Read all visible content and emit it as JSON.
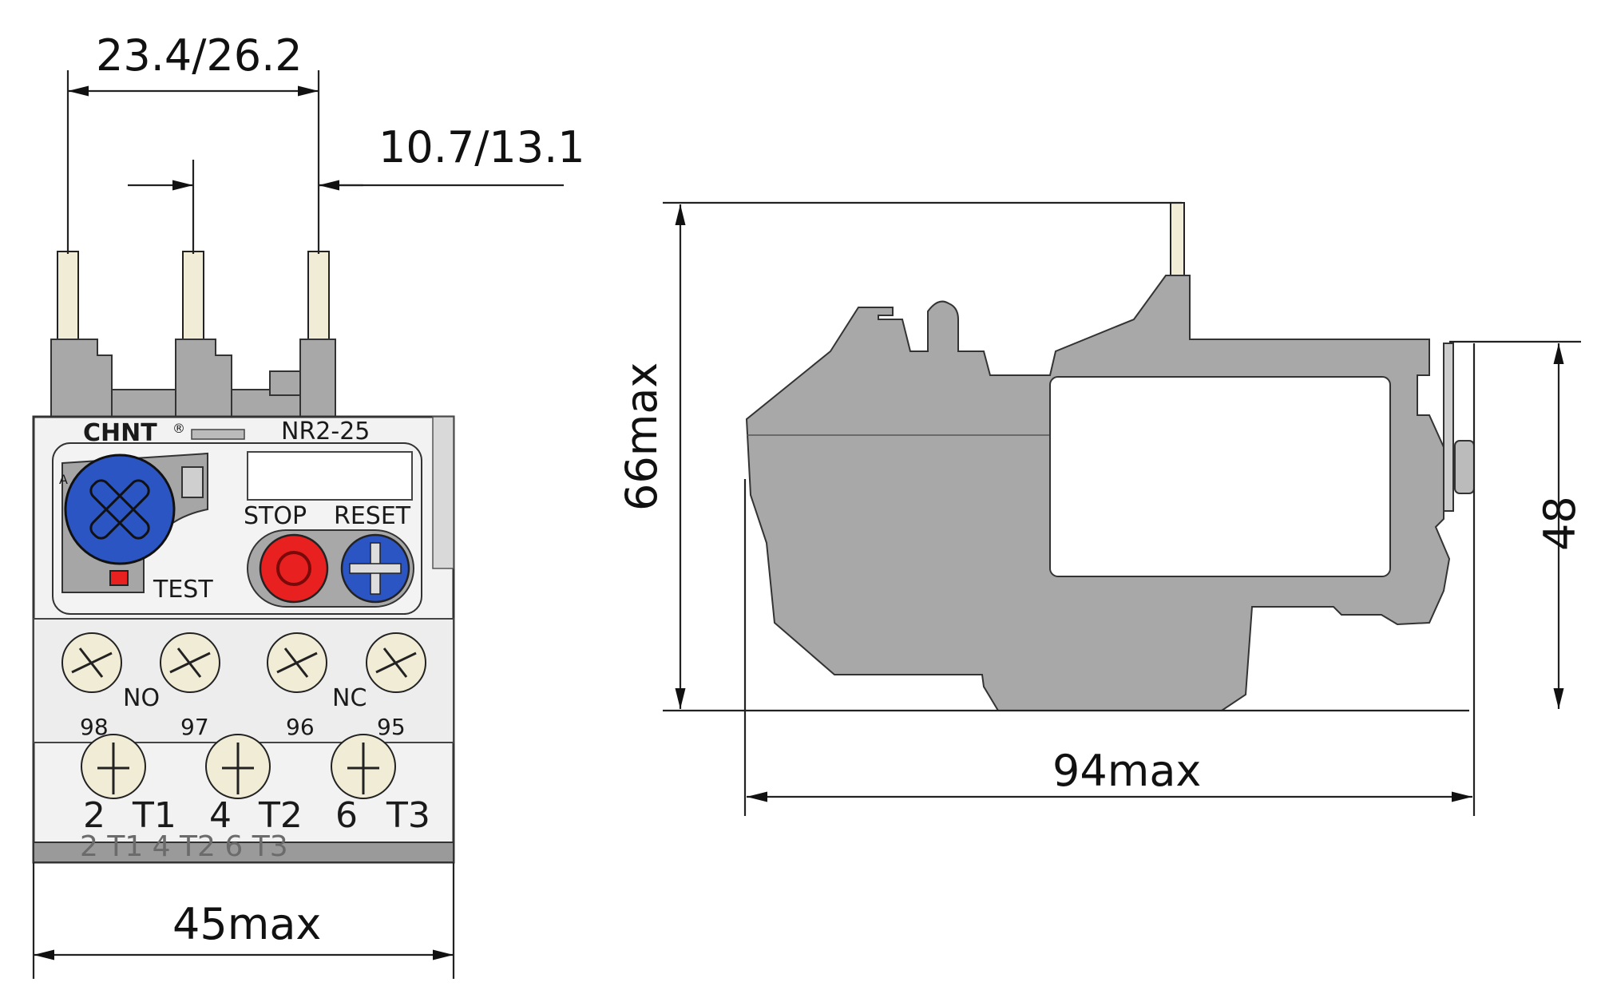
{
  "front_view": {
    "brand": "CHNT",
    "model": "NR2-25",
    "stop_label": "STOP",
    "reset_label": "RESET",
    "test_label": "TEST",
    "no_label": "NO",
    "nc_label": "NC",
    "aux_terminals": [
      "98",
      "97",
      "96",
      "95"
    ],
    "main_terminals": [
      "2",
      "T1",
      "4",
      "T2",
      "6",
      "T3"
    ],
    "faint_bottom_text": "2 T1 4 T2 6 T3"
  },
  "dimensions": {
    "pin_pitch": "23.4/26.2",
    "pin_spacing": "10.7/13.1",
    "front_width": "45max",
    "height": "66max",
    "depth": "94max",
    "body_height": "48"
  },
  "colors": {
    "body_gray": "#a8a8a8",
    "knob_blue": "#2c55c4",
    "stop_red": "#e82020",
    "pin_cream": "#f1ecd6"
  }
}
